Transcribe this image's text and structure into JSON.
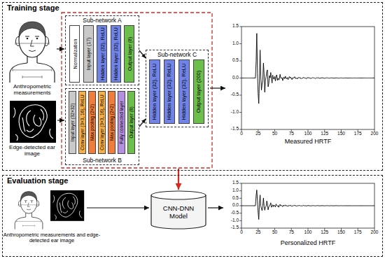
{
  "diagram": {
    "nodes": [
      {
        "text": [
          "Training stage"
        ]
      },
      {
        "text": [
          "Sub-network A"
        ],
        "in": 0
      },
      {
        "text": [
          "Normalization"
        ],
        "in": 1
      },
      {
        "text": [
          "Input layer (17)"
        ],
        "in": 1
      },
      {
        "text": [
          "Hidden layer (32), ReLU"
        ],
        "in": 1
      },
      {
        "text": [
          "Hidden layer (32), ReLU"
        ],
        "in": 1
      },
      {
        "text": [
          "Output layer (8)"
        ],
        "in": 1
      },
      {
        "text": [
          "Sub-network B"
        ],
        "in": 0
      },
      {
        "text": [
          "Input layer (32×32)"
        ],
        "in": 7
      },
      {
        "text": [
          "Conv layer (3×3, 16), ReLU"
        ],
        "in": 7
      },
      {
        "text": [
          "Max pooling (2×2)"
        ],
        "in": 7
      },
      {
        "text": [
          "Conv layer (3×3, 16), ReLU"
        ],
        "in": 7
      },
      {
        "text": [
          "Max pooling (2×2)"
        ],
        "in": 7
      },
      {
        "text": [
          "Fully connected layer"
        ],
        "in": 7
      },
      {
        "text": [
          "Output layer (8)"
        ],
        "in": 7
      },
      {
        "text": [
          "Sub-network C"
        ],
        "in": 0
      },
      {
        "text": [
          "Hidden layer (32), ReLU"
        ],
        "in": 15
      },
      {
        "text": [
          "Hidden layer (32), ReLU"
        ],
        "in": 15
      },
      {
        "text": [
          "Hidden layer (32), ReLU"
        ],
        "in": 15
      },
      {
        "text": [
          "Output layer (200)"
        ],
        "in": 15
      },
      {
        "text": [
          "Evaluation stage"
        ]
      },
      {
        "text": [
          "CNN-DNN Model"
        ],
        "in": 20
      }
    ],
    "edges": [
      {
        "from": 1,
        "to": 15,
        "arrow": "to"
      },
      {
        "from": 7,
        "to": 15,
        "arrow": "to"
      }
    ],
    "labels": [
      "Anthropometric measurements",
      "Edge-detected ear image",
      "1.5",
      "1.0",
      "0.5",
      "0.0",
      "-0.5",
      "-1.0",
      "-1.5",
      "0",
      "25",
      "50",
      "75",
      "100",
      "125",
      "150",
      "175",
      "200",
      "Measured HRTF",
      "Anthropometric measurements and edge-detected ear image",
      "1.5",
      "1.0",
      "0.5",
      "0.0",
      "-0.5",
      "-1.0",
      "-1.5",
      "0",
      "25",
      "50",
      "75",
      "100",
      "125",
      "150",
      "175",
      "200",
      "Personalized HRTF"
    ]
  }
}
